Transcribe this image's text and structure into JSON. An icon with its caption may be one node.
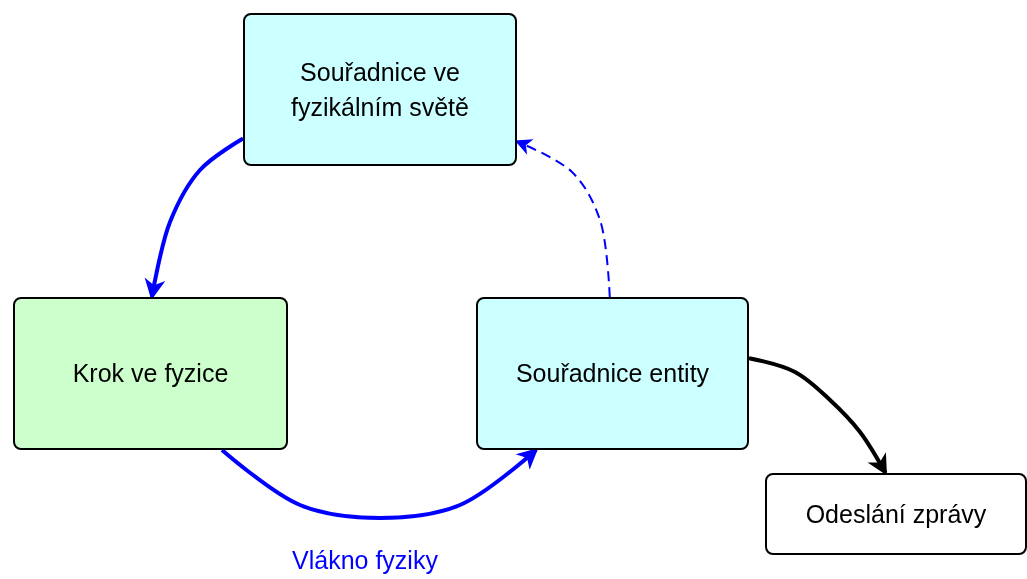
{
  "diagram": {
    "nodes": [
      {
        "text": [
          "Souřadnice ve fyzikálním světě"
        ]
      },
      {
        "text": [
          "Krok ve fyzice"
        ]
      },
      {
        "text": [
          "Souřadnice entity"
        ]
      },
      {
        "text": [
          "Odeslání zprávy"
        ]
      }
    ],
    "edges": [
      {
        "from": 0,
        "to": 1,
        "arrow": "to"
      },
      {
        "from": 1,
        "to": 2,
        "arrow": "to"
      },
      {
        "from": 2,
        "to": 0,
        "arrow": "to",
        "style": "dashed"
      },
      {
        "from": 2,
        "to": 3,
        "arrow": "to",
        "color": "#000000"
      }
    ],
    "labels": [
      "Vlákno fyziky"
    ]
  }
}
